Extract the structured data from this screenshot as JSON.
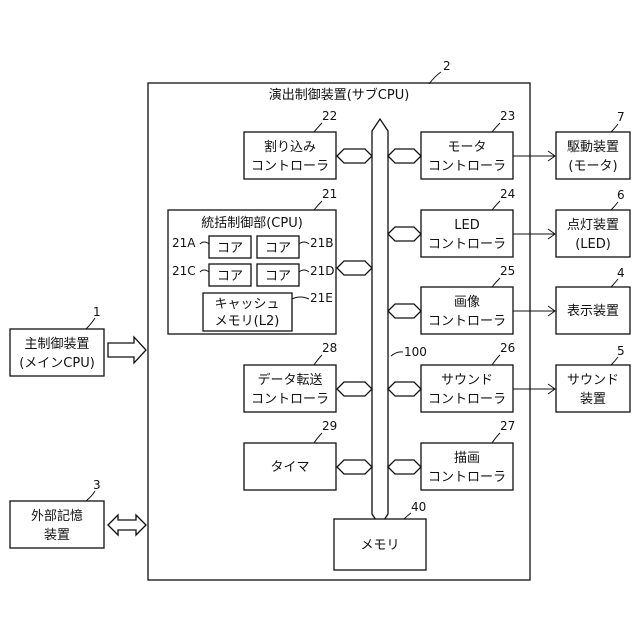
{
  "refs": {
    "r1": "1",
    "r2": "2",
    "r3": "3",
    "r4": "4",
    "r5": "5",
    "r6": "6",
    "r7": "7",
    "r21": "21",
    "r21a": "21A",
    "r21b": "21B",
    "r21c": "21C",
    "r21d": "21D",
    "r21e": "21E",
    "r22": "22",
    "r23": "23",
    "r24": "24",
    "r25": "25",
    "r26": "26",
    "r27": "27",
    "r28": "28",
    "r29": "29",
    "r40": "40",
    "r100": "100"
  },
  "blocks": {
    "main_control": [
      "主制御装置",
      "(メインCPU)"
    ],
    "external_storage": [
      "外部記憶",
      "装置"
    ],
    "sub_device_title": "演出制御装置(サブCPU)",
    "interrupt": [
      "割り込み",
      "コントローラ"
    ],
    "cpu_title": "統括制御部(CPU)",
    "core": "コア",
    "cache": [
      "キャッシュ",
      "メモリ(L2)"
    ],
    "data_transfer": [
      "データ転送",
      "コントローラ"
    ],
    "timer": "タイマ",
    "memory": "メモリ",
    "motor_ctrl": [
      "モータ",
      "コントローラ"
    ],
    "led_ctrl": [
      "LED",
      "コントローラ"
    ],
    "image_ctrl": [
      "画像",
      "コントローラ"
    ],
    "sound_ctrl": [
      "サウンド",
      "コントローラ"
    ],
    "draw_ctrl": [
      "描画",
      "コントローラ"
    ],
    "drive_device": [
      "駆動装置",
      "(モータ)"
    ],
    "light_device": [
      "点灯装置",
      "(LED)"
    ],
    "display_device": "表示装置",
    "sound_device": [
      "サウンド",
      "装置"
    ]
  }
}
